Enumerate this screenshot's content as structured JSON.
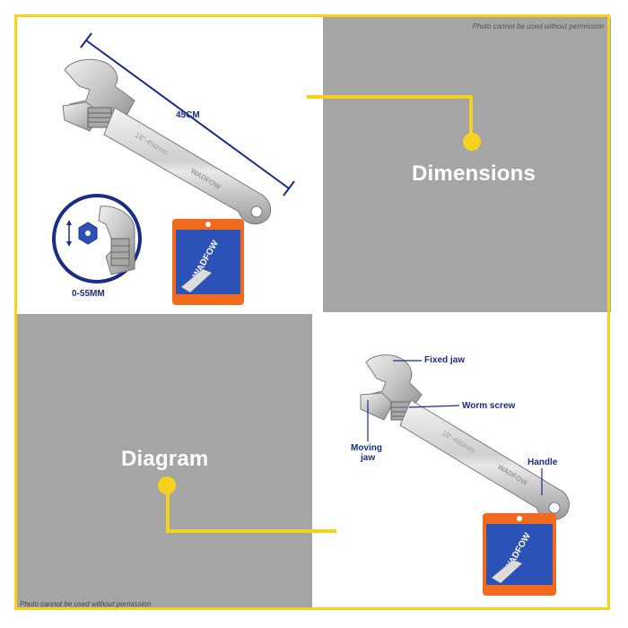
{
  "notices": {
    "top": "Photo cannot be used without permission",
    "bottom": "Photo cannot be used without permission"
  },
  "sections": {
    "dimensions": "Dimensions",
    "diagram": "Diagram"
  },
  "measurements": {
    "length": "45CM",
    "jaw_opening": "0-55MM"
  },
  "diagram_labels": {
    "fixed_jaw": "Fixed jaw",
    "worm_screw": "Worm screw",
    "moving_jaw_line1": "Moving",
    "moving_jaw_line2": "jaw",
    "handle": "Handle"
  },
  "product": {
    "brand": "WADFOW",
    "size_marking": "18\"-450mm"
  },
  "colors": {
    "accent_yellow": "#f5d21d",
    "label_blue": "#1a2c8a",
    "panel_gray": "#a5a5a5",
    "card_orange": "#f26b1d",
    "card_blue": "#2c52b8"
  }
}
